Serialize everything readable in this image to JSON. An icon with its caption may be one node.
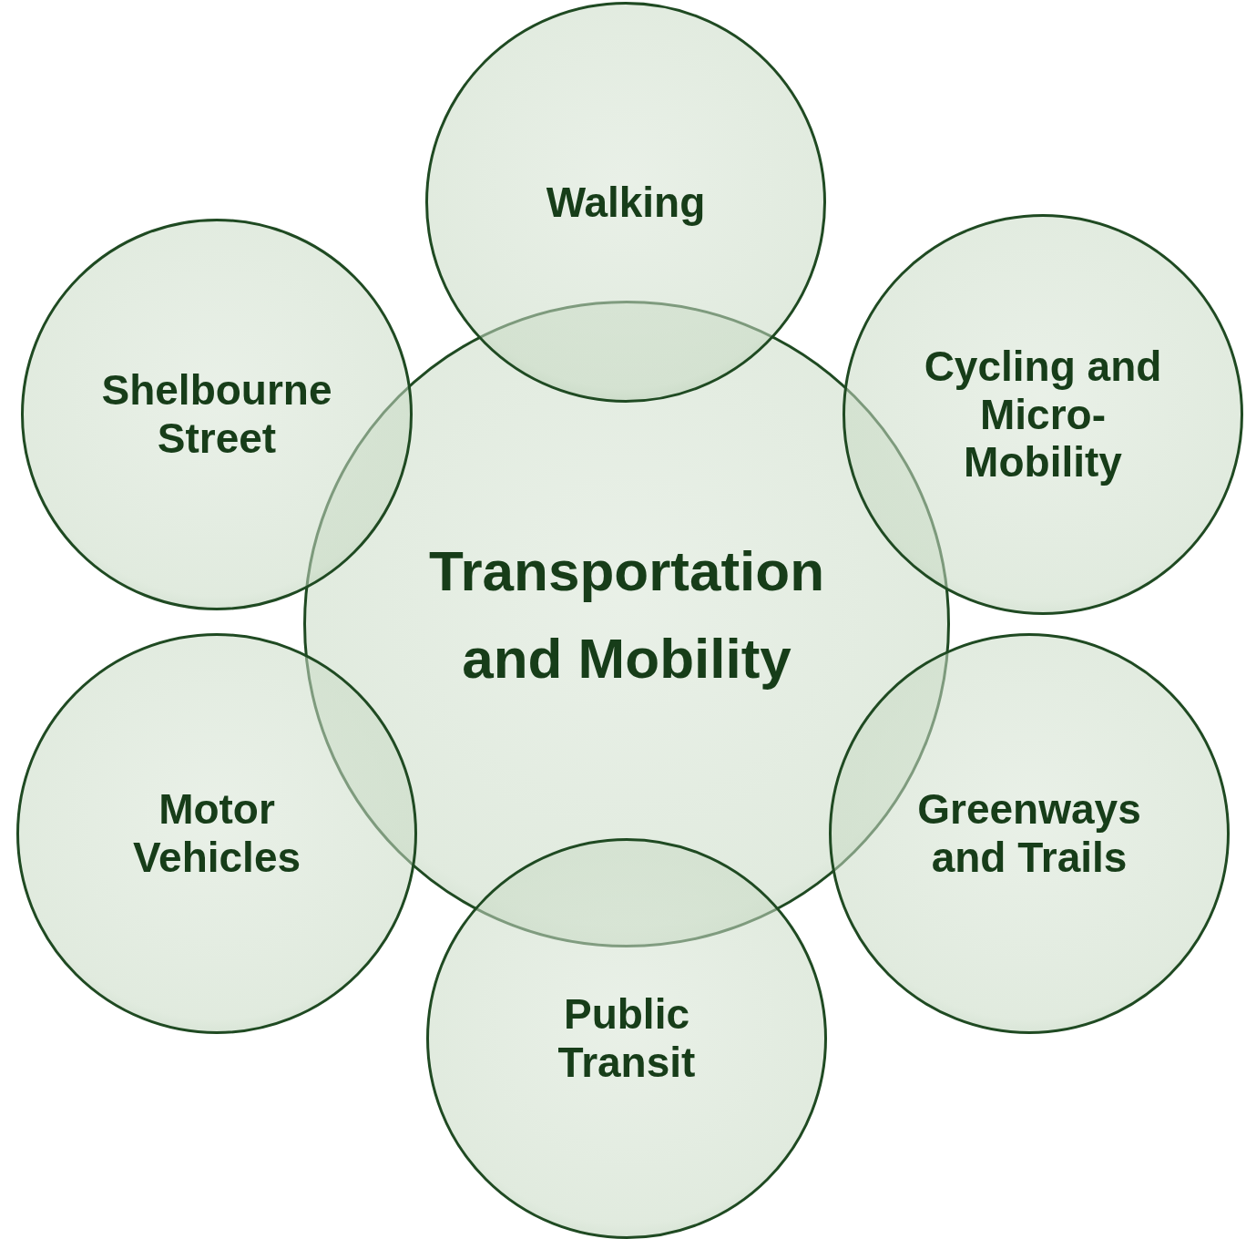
{
  "diagram": {
    "nodes": [
      {
        "text": [
          "Transportation and Mobility"
        ]
      },
      {
        "text": [
          "Walking"
        ]
      },
      {
        "text": [
          "Cycling and Micro-Mobility"
        ]
      },
      {
        "text": [
          "Greenways and Trails"
        ]
      },
      {
        "text": [
          "Public Transit"
        ]
      },
      {
        "text": [
          "Motor Vehicles"
        ]
      },
      {
        "text": [
          "Shelbourne Street"
        ]
      }
    ],
    "edges": []
  }
}
